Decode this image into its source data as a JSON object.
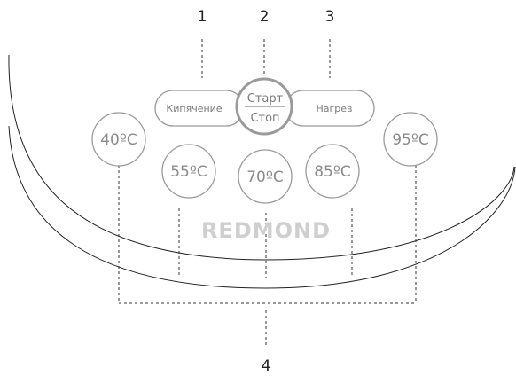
{
  "callouts": {
    "c1": "1",
    "c2": "2",
    "c3": "3",
    "c4": "4"
  },
  "buttons": {
    "boil": "Кипячение",
    "start": "Старт",
    "stop": "Стоп",
    "heat": "Нагрев"
  },
  "temperatures": [
    "40ºC",
    "55ºC",
    "70ºC",
    "85ºC",
    "95ºC"
  ],
  "brand": "REDMOND"
}
